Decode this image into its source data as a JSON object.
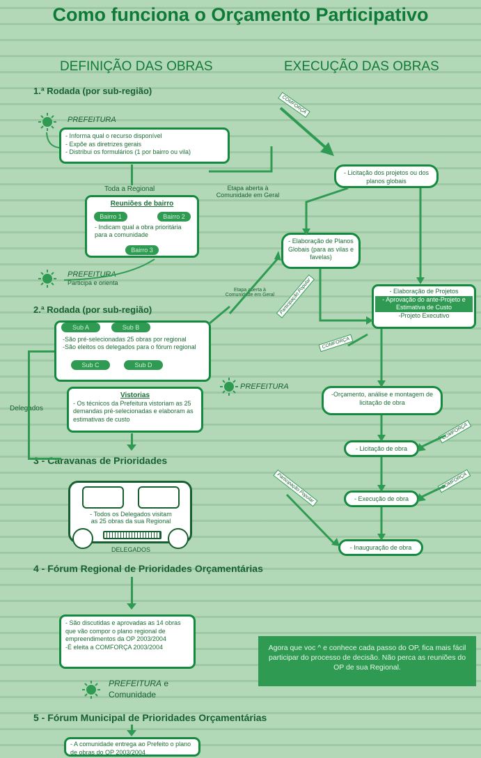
{
  "title": "Como funciona o Orçamento Participativo",
  "left_heading": "DEFINIÇÃO DAS OBRAS",
  "right_heading": "EXECUÇÃO DAS OBRAS",
  "round1": {
    "heading": "1.ª Rodada (por sub-região)",
    "pref": "PREFEITURA",
    "box_lines": [
      "- Informa qual o recurso disponível",
      "- Expõe as diretrizes gerais",
      "- Distribui os formulários (1 por bairro ou vila)"
    ],
    "regional_label": "Toda a Regional",
    "meetings_title": "Reuniões de bairro",
    "bairro1": "Bairro 1",
    "bairro2": "Bairro 2",
    "bairro3": "Bairro 3",
    "meetings_text": "- Indicam qual a obra prioritária para a comunidade",
    "open_stage": "Etapa aberta à Comunidade em Geral",
    "pref2": "PREFEITURA",
    "pref2_sub": "Participa e orienta"
  },
  "round2": {
    "heading": "2.ª Rodada (por sub-região)",
    "open_stage": "Etapa aberta à Comunidade em Geral",
    "sub_a": "Sub A",
    "sub_b": "Sub B",
    "sub_c": "Sub C",
    "sub_d": "Sub D",
    "box_lines": [
      "-São pré-selecionadas 25 obras por regional",
      "-São eleitos os delegados para o fórum regional"
    ],
    "vistorias_title": "Vistorias",
    "vistorias_text": "- Os técnicos da Prefeitura vistoriam as 25 demandas pré-selecionadas e elaboram as estimativas de custo",
    "delegados": "Delegados",
    "pref": "PREFEITURA"
  },
  "step3": {
    "heading": "3 - Caravanas de Prioridades",
    "bus_text": "- Todos os Delegados visitam as 25 obras da sua Regional",
    "bus_label": "DELEGADOS"
  },
  "step4": {
    "heading": "4 - Fórum Regional de Prioridades Orçamentárias",
    "box_lines": [
      "- São discutidas e aprovadas as 14 obras que vão compor o plano regional de empreendimentos da OP 2003/2004",
      "-É eleita a COMFORÇA 2003/2004"
    ],
    "pref": "PREFEITURA",
    "pref_and": "e",
    "comunidade": "Comunidade"
  },
  "step5": {
    "heading": "5 - Fórum Municipal de Prioridades Orçamentárias",
    "box_text": "- A comunidade entrega ao Prefeito o plano de obras do OP 2003/2004"
  },
  "execution": {
    "comforca": "COMFORÇA",
    "licitacao_projetos": "- Licitação dos projetos ou dos planos globais",
    "planos_globais": "- Elaboração de Planos Globais (para as vilas e favelas)",
    "participacao": "Participação Popular",
    "projetos_line1": "- Elaboração de Projetos",
    "projetos_line2": "- Aprovação do ante-Projeto e Estimativa de Custo",
    "projetos_line3": "-Projeto Executivo",
    "orcamento": "-Orçamento, análise e montagem de licitação de obra",
    "licitacao_obra": "- Licitação de obra",
    "execucao_obra": "- Execução de obra",
    "inauguracao": "- Inauguração de obra"
  },
  "note": "Agora que voc ^ e conhece cada passo do OP, fica mais fácil participar do processo de decisão. Não perca as reuniões do OP de sua Regional.",
  "colors": {
    "accent": "#138a3e",
    "background": "#b3d8b8",
    "pill": "#2f9a52"
  }
}
